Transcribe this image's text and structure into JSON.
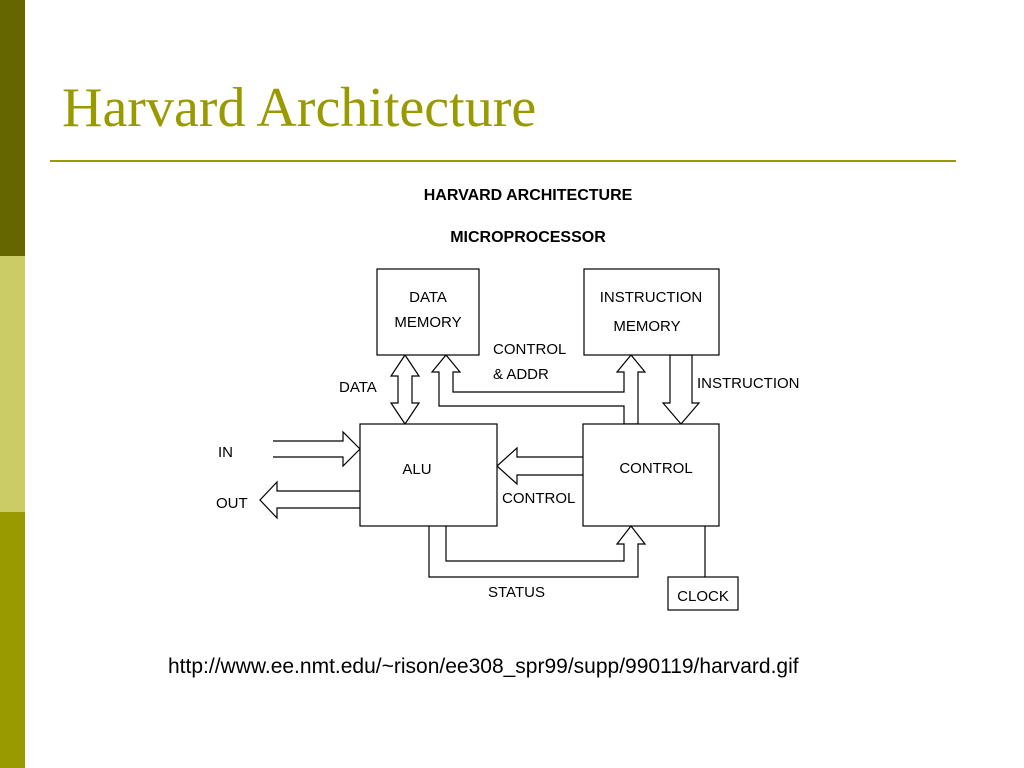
{
  "slide": {
    "title": "Harvard Architecture",
    "source_url": "http://www.ee.nmt.edu/~rison/ee308_spr99/supp/990119/harvard.gif"
  },
  "diagram": {
    "heading": "HARVARD ARCHITECTURE",
    "subheading": "MICROPROCESSOR",
    "blocks": {
      "data_memory": [
        "DATA",
        "MEMORY"
      ],
      "instruction_memory": [
        "INSTRUCTION",
        "MEMORY"
      ],
      "alu": "ALU",
      "control": "CONTROL",
      "clock": "CLOCK"
    },
    "signals": {
      "data": "DATA",
      "control_addr": [
        "CONTROL",
        "& ADDR"
      ],
      "instruction": "INSTRUCTION",
      "in": "IN",
      "out": "OUT",
      "control": "CONTROL",
      "status": "STATUS"
    }
  },
  "colors": {
    "accent": "#999900",
    "bar_dark": "#666600",
    "bar_light": "#cccc66"
  }
}
